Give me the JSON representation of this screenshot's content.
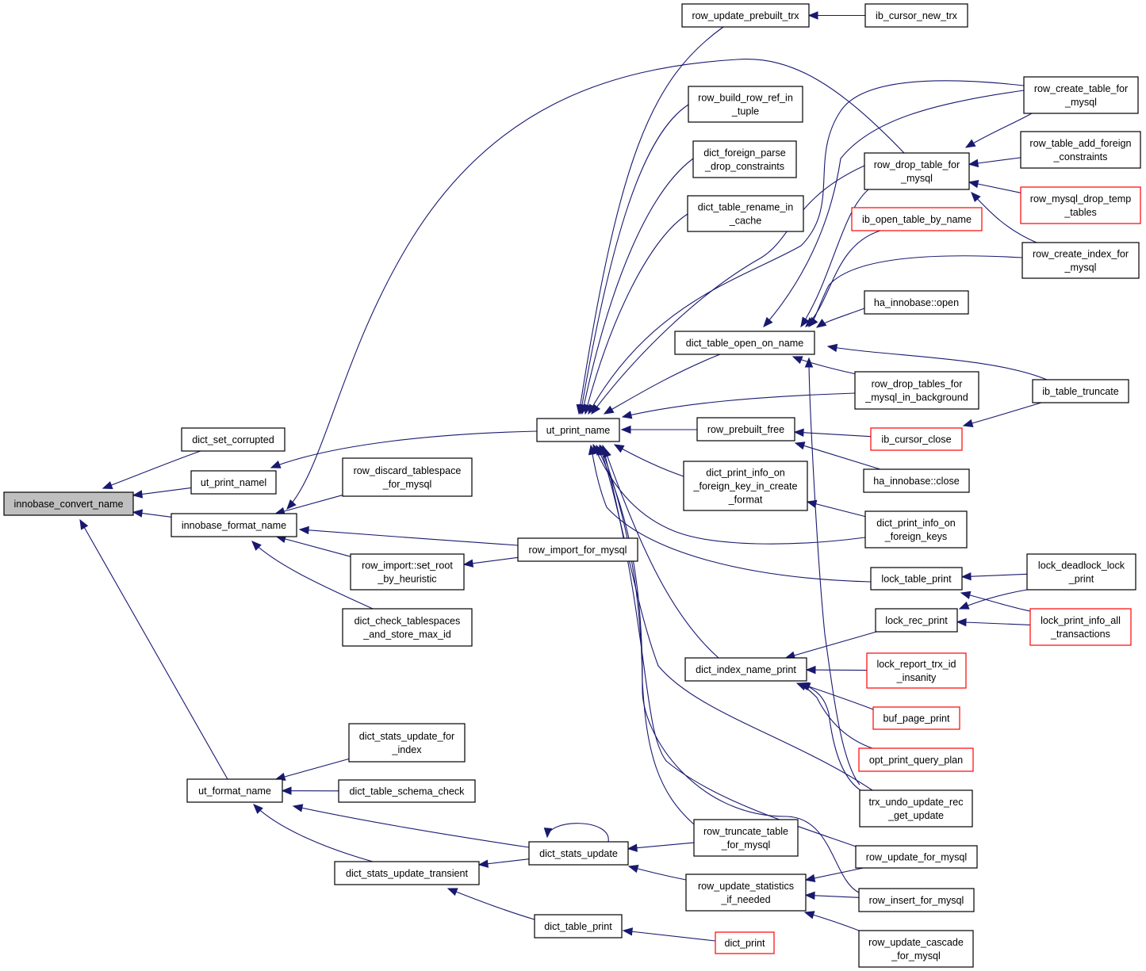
{
  "nodes": [
    {
      "id": "innobase_convert_name",
      "lines": [
        "innobase_convert_name"
      ],
      "style": "root"
    },
    {
      "id": "dict_set_corrupted",
      "lines": [
        "dict_set_corrupted"
      ]
    },
    {
      "id": "ut_print_namel",
      "lines": [
        "ut_print_namel"
      ]
    },
    {
      "id": "innobase_format_name",
      "lines": [
        "innobase_format_name"
      ]
    },
    {
      "id": "ut_format_name",
      "lines": [
        "ut_format_name"
      ]
    },
    {
      "id": "row_discard_tablespace_for_mysql",
      "lines": [
        "row_discard_tablespace",
        "_for_mysql"
      ]
    },
    {
      "id": "row_import_set_root_by_heuristic",
      "lines": [
        "row_import::set_root",
        "_by_heuristic"
      ]
    },
    {
      "id": "dict_check_tablespaces_and_store_max_id",
      "lines": [
        "dict_check_tablespaces",
        "_and_store_max_id"
      ]
    },
    {
      "id": "dict_stats_update_for_index",
      "lines": [
        "dict_stats_update_for",
        "_index"
      ]
    },
    {
      "id": "dict_table_schema_check",
      "lines": [
        "dict_table_schema_check"
      ]
    },
    {
      "id": "dict_stats_update_transient",
      "lines": [
        "dict_stats_update_transient"
      ]
    },
    {
      "id": "ut_print_name",
      "lines": [
        "ut_print_name"
      ]
    },
    {
      "id": "row_import_for_mysql",
      "lines": [
        "row_import_for_mysql"
      ]
    },
    {
      "id": "dict_stats_update",
      "lines": [
        "dict_stats_update"
      ]
    },
    {
      "id": "dict_table_print",
      "lines": [
        "dict_table_print"
      ]
    },
    {
      "id": "row_update_prebuilt_trx",
      "lines": [
        "row_update_prebuilt_trx"
      ]
    },
    {
      "id": "row_build_row_ref_in_tuple",
      "lines": [
        "row_build_row_ref_in",
        "_tuple"
      ]
    },
    {
      "id": "dict_foreign_parse_drop_constraints",
      "lines": [
        "dict_foreign_parse",
        "_drop_constraints"
      ]
    },
    {
      "id": "dict_table_rename_in_cache",
      "lines": [
        "dict_table_rename_in",
        "_cache"
      ]
    },
    {
      "id": "dict_table_open_on_name",
      "lines": [
        "dict_table_open_on_name"
      ]
    },
    {
      "id": "row_prebuilt_free",
      "lines": [
        "row_prebuilt_free"
      ]
    },
    {
      "id": "dict_print_info_on_foreign_key_in_create_format",
      "lines": [
        "dict_print_info_on",
        "_foreign_key_in_create",
        "_format"
      ]
    },
    {
      "id": "dict_index_name_print",
      "lines": [
        "dict_index_name_print"
      ]
    },
    {
      "id": "row_truncate_table_for_mysql",
      "lines": [
        "row_truncate_table",
        "_for_mysql"
      ]
    },
    {
      "id": "row_update_statistics_if_needed",
      "lines": [
        "row_update_statistics",
        "_if_needed"
      ]
    },
    {
      "id": "dict_print",
      "lines": [
        "dict_print"
      ],
      "style": "red"
    },
    {
      "id": "ib_cursor_new_trx",
      "lines": [
        "ib_cursor_new_trx"
      ]
    },
    {
      "id": "row_drop_table_for_mysql",
      "lines": [
        "row_drop_table_for",
        "_mysql"
      ]
    },
    {
      "id": "ib_open_table_by_name",
      "lines": [
        "ib_open_table_by_name"
      ],
      "style": "red"
    },
    {
      "id": "ha_innobase_open",
      "lines": [
        "ha_innobase::open"
      ]
    },
    {
      "id": "row_drop_tables_for_mysql_in_background",
      "lines": [
        "row_drop_tables_for",
        "_mysql_in_background"
      ]
    },
    {
      "id": "ib_cursor_close",
      "lines": [
        "ib_cursor_close"
      ],
      "style": "red"
    },
    {
      "id": "ha_innobase_close",
      "lines": [
        "ha_innobase::close"
      ]
    },
    {
      "id": "dict_print_info_on_foreign_keys",
      "lines": [
        "dict_print_info_on",
        "_foreign_keys"
      ]
    },
    {
      "id": "lock_table_print",
      "lines": [
        "lock_table_print"
      ]
    },
    {
      "id": "lock_rec_print",
      "lines": [
        "lock_rec_print"
      ]
    },
    {
      "id": "lock_report_trx_id_insanity",
      "lines": [
        "lock_report_trx_id",
        "_insanity"
      ],
      "style": "red"
    },
    {
      "id": "buf_page_print",
      "lines": [
        "buf_page_print"
      ],
      "style": "red"
    },
    {
      "id": "opt_print_query_plan",
      "lines": [
        "opt_print_query_plan"
      ],
      "style": "red"
    },
    {
      "id": "trx_undo_update_rec_get_update",
      "lines": [
        "trx_undo_update_rec",
        "_get_update"
      ]
    },
    {
      "id": "row_update_for_mysql",
      "lines": [
        "row_update_for_mysql"
      ]
    },
    {
      "id": "row_insert_for_mysql",
      "lines": [
        "row_insert_for_mysql"
      ]
    },
    {
      "id": "row_update_cascade_for_mysql",
      "lines": [
        "row_update_cascade",
        "_for_mysql"
      ]
    },
    {
      "id": "row_create_table_for_mysql",
      "lines": [
        "row_create_table_for",
        "_mysql"
      ]
    },
    {
      "id": "row_table_add_foreign_constraints",
      "lines": [
        "row_table_add_foreign",
        "_constraints"
      ]
    },
    {
      "id": "row_mysql_drop_temp_tables",
      "lines": [
        "row_mysql_drop_temp",
        "_tables"
      ],
      "style": "red"
    },
    {
      "id": "row_create_index_for_mysql",
      "lines": [
        "row_create_index_for",
        "_mysql"
      ]
    },
    {
      "id": "ib_table_truncate",
      "lines": [
        "ib_table_truncate"
      ]
    },
    {
      "id": "lock_deadlock_lock_print",
      "lines": [
        "lock_deadlock_lock",
        "_print"
      ]
    },
    {
      "id": "lock_print_info_all_transactions",
      "lines": [
        "lock_print_info_all",
        "_transactions"
      ],
      "style": "red"
    }
  ],
  "edges": [
    {
      "from": "dict_set_corrupted",
      "to": "innobase_convert_name"
    },
    {
      "from": "ut_print_namel",
      "to": "innobase_convert_name"
    },
    {
      "from": "innobase_format_name",
      "to": "innobase_convert_name"
    },
    {
      "from": "ut_format_name",
      "to": "innobase_convert_name"
    },
    {
      "from": "ut_print_name",
      "to": "ut_print_namel"
    },
    {
      "from": "row_discard_tablespace_for_mysql",
      "to": "innobase_format_name"
    },
    {
      "from": "row_import_set_root_by_heuristic",
      "to": "innobase_format_name"
    },
    {
      "from": "row_import_for_mysql",
      "to": "innobase_format_name"
    },
    {
      "from": "dict_check_tablespaces_and_store_max_id",
      "to": "innobase_format_name"
    },
    {
      "from": "row_drop_table_for_mysql",
      "to": "innobase_format_name"
    },
    {
      "from": "row_import_for_mysql",
      "to": "row_import_set_root_by_heuristic"
    },
    {
      "from": "dict_stats_update_for_index",
      "to": "ut_format_name"
    },
    {
      "from": "dict_table_schema_check",
      "to": "ut_format_name"
    },
    {
      "from": "dict_stats_update",
      "to": "ut_format_name"
    },
    {
      "from": "dict_stats_update_transient",
      "to": "ut_format_name"
    },
    {
      "from": "dict_stats_update",
      "to": "dict_stats_update_transient"
    },
    {
      "from": "dict_table_print",
      "to": "dict_stats_update_transient"
    },
    {
      "from": "dict_stats_update",
      "to": "dict_stats_update"
    },
    {
      "from": "row_truncate_table_for_mysql",
      "to": "dict_stats_update"
    },
    {
      "from": "row_update_statistics_if_needed",
      "to": "dict_stats_update"
    },
    {
      "from": "dict_print",
      "to": "dict_table_print"
    },
    {
      "from": "row_update_for_mysql",
      "to": "row_update_statistics_if_needed"
    },
    {
      "from": "row_insert_for_mysql",
      "to": "row_update_statistics_if_needed"
    },
    {
      "from": "row_update_cascade_for_mysql",
      "to": "row_update_statistics_if_needed"
    },
    {
      "from": "ib_cursor_new_trx",
      "to": "row_update_prebuilt_trx"
    },
    {
      "from": "row_update_prebuilt_trx",
      "to": "ut_print_name"
    },
    {
      "from": "row_build_row_ref_in_tuple",
      "to": "ut_print_name"
    },
    {
      "from": "dict_foreign_parse_drop_constraints",
      "to": "ut_print_name"
    },
    {
      "from": "dict_table_rename_in_cache",
      "to": "ut_print_name"
    },
    {
      "from": "row_create_table_for_mysql",
      "to": "ut_print_name"
    },
    {
      "from": "row_drop_table_for_mysql",
      "to": "ut_print_name"
    },
    {
      "from": "dict_table_open_on_name",
      "to": "ut_print_name"
    },
    {
      "from": "row_drop_tables_for_mysql_in_background",
      "to": "ut_print_name"
    },
    {
      "from": "row_prebuilt_free",
      "to": "ut_print_name"
    },
    {
      "from": "dict_print_info_on_foreign_key_in_create_format",
      "to": "ut_print_name"
    },
    {
      "from": "dict_print_info_on_foreign_keys",
      "to": "ut_print_name"
    },
    {
      "from": "lock_table_print",
      "to": "ut_print_name"
    },
    {
      "from": "dict_index_name_print",
      "to": "ut_print_name"
    },
    {
      "from": "row_truncate_table_for_mysql",
      "to": "ut_print_name"
    },
    {
      "from": "trx_undo_update_rec_get_update",
      "to": "ut_print_name"
    },
    {
      "from": "row_update_for_mysql",
      "to": "ut_print_name"
    },
    {
      "from": "row_insert_for_mysql",
      "to": "ut_print_name"
    },
    {
      "from": "row_create_table_for_mysql",
      "to": "dict_table_open_on_name"
    },
    {
      "from": "row_drop_table_for_mysql",
      "to": "dict_table_open_on_name"
    },
    {
      "from": "ib_open_table_by_name",
      "to": "dict_table_open_on_name"
    },
    {
      "from": "row_create_index_for_mysql",
      "to": "dict_table_open_on_name"
    },
    {
      "from": "ha_innobase_open",
      "to": "dict_table_open_on_name"
    },
    {
      "from": "ib_table_truncate",
      "to": "dict_table_open_on_name"
    },
    {
      "from": "row_drop_tables_for_mysql_in_background",
      "to": "dict_table_open_on_name"
    },
    {
      "from": "trx_undo_update_rec_get_update",
      "to": "dict_table_open_on_name"
    },
    {
      "from": "row_create_table_for_mysql",
      "to": "row_drop_table_for_mysql"
    },
    {
      "from": "row_table_add_foreign_constraints",
      "to": "row_drop_table_for_mysql"
    },
    {
      "from": "row_mysql_drop_temp_tables",
      "to": "row_drop_table_for_mysql"
    },
    {
      "from": "row_create_index_for_mysql",
      "to": "row_drop_table_for_mysql"
    },
    {
      "from": "ib_cursor_close",
      "to": "row_prebuilt_free"
    },
    {
      "from": "ha_innobase_close",
      "to": "row_prebuilt_free"
    },
    {
      "from": "ib_table_truncate",
      "to": "ib_cursor_close"
    },
    {
      "from": "dict_print_info_on_foreign_keys",
      "to": "dict_print_info_on_foreign_key_in_create_format"
    },
    {
      "from": "lock_deadlock_lock_print",
      "to": "lock_table_print"
    },
    {
      "from": "lock_print_info_all_transactions",
      "to": "lock_table_print"
    },
    {
      "from": "lock_deadlock_lock_print",
      "to": "lock_rec_print"
    },
    {
      "from": "lock_print_info_all_transactions",
      "to": "lock_rec_print"
    },
    {
      "from": "lock_rec_print",
      "to": "dict_index_name_print"
    },
    {
      "from": "lock_report_trx_id_insanity",
      "to": "dict_index_name_print"
    },
    {
      "from": "buf_page_print",
      "to": "dict_index_name_print"
    },
    {
      "from": "opt_print_query_plan",
      "to": "dict_index_name_print"
    },
    {
      "from": "trx_undo_update_rec_get_update",
      "to": "dict_index_name_print"
    }
  ]
}
